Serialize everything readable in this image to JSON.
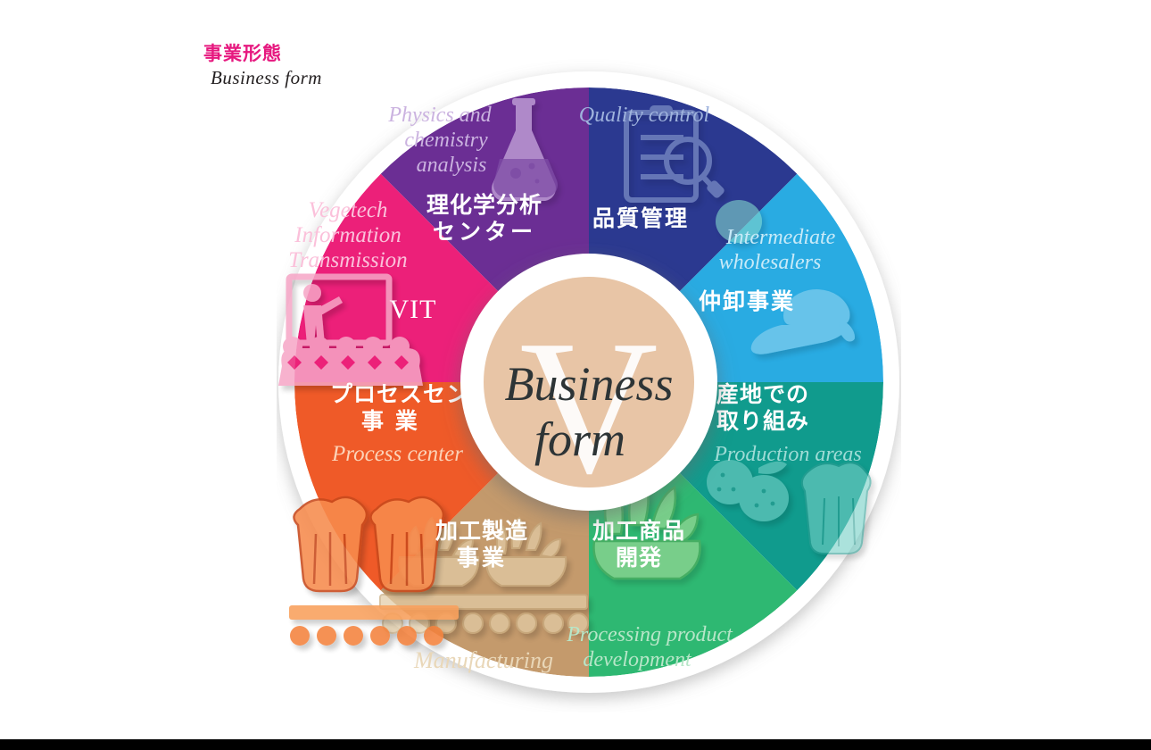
{
  "heading": {
    "jp": "事業形態",
    "en": "Business form",
    "jp_color": "#e6187f"
  },
  "center": {
    "watermark_letter": "V",
    "line1": "Business",
    "line2": "form",
    "fill": "#e8c5a6",
    "ring": "#ffffff"
  },
  "chart_data": {
    "type": "pie",
    "title": "事業形態 / Business form",
    "legend_position": "in-slice",
    "categories": [
      "理化学分析センター",
      "品質管理",
      "仲卸事業",
      "産地での取り組み",
      "加工商品開発",
      "加工製造事業",
      "プロセスセンター事業",
      "VIT"
    ],
    "values": [
      12.5,
      12.5,
      12.5,
      12.5,
      12.5,
      12.5,
      12.5,
      12.5
    ],
    "colors": [
      "#6b2e94",
      "#2b3990",
      "#29abe2",
      "#109b8d",
      "#2eb872",
      "#c49a6c",
      "#ef5a28",
      "#ec2079"
    ]
  },
  "segments": [
    {
      "id": "physics-chemistry-analysis",
      "jp_lines": [
        "理化学分析",
        "センター"
      ],
      "en_lines": [
        "Physics and",
        "chemistry",
        "analysis"
      ],
      "color": "#6b2e94",
      "icon": "flask-icon"
    },
    {
      "id": "quality-control",
      "jp_lines": [
        "品質管理"
      ],
      "en_lines": [
        "Quality control"
      ],
      "color": "#2b3990",
      "icon": "clipboard-magnifier-icon"
    },
    {
      "id": "intermediate-wholesalers",
      "jp_lines": [
        "仲卸事業"
      ],
      "en_lines": [
        "Intermediate",
        "wholesalers"
      ],
      "color": "#29abe2",
      "icon": "cap-icon"
    },
    {
      "id": "production-areas",
      "jp_lines": [
        "産地での",
        "取り組み"
      ],
      "en_lines": [
        "Production areas"
      ],
      "color": "#109b8d",
      "icon": "fruit-vegetable-icon"
    },
    {
      "id": "processing-product-development",
      "jp_lines": [
        "加工商品",
        "開発"
      ],
      "en_lines": [
        "Processing product",
        "development"
      ],
      "color": "#2eb872",
      "icon": "salad-bowl-icon"
    },
    {
      "id": "manufacturing",
      "jp_lines": [
        "加工製造",
        "事業"
      ],
      "en_lines": [
        "Manufacturing"
      ],
      "color": "#c49a6c",
      "icon": "conveyor-bowls-icon"
    },
    {
      "id": "process-center",
      "jp_lines": [
        "プロセスセンター",
        "事 業"
      ],
      "en_lines": [
        "Process center"
      ],
      "color": "#ef5a28",
      "icon": "conveyor-lettuce-icon"
    },
    {
      "id": "vit",
      "jp_lines": [
        "VIT"
      ],
      "en_lines": [
        "Vegetech",
        "Information",
        "Transmission"
      ],
      "color": "#ec2079",
      "icon": "presentation-audience-icon"
    }
  ]
}
